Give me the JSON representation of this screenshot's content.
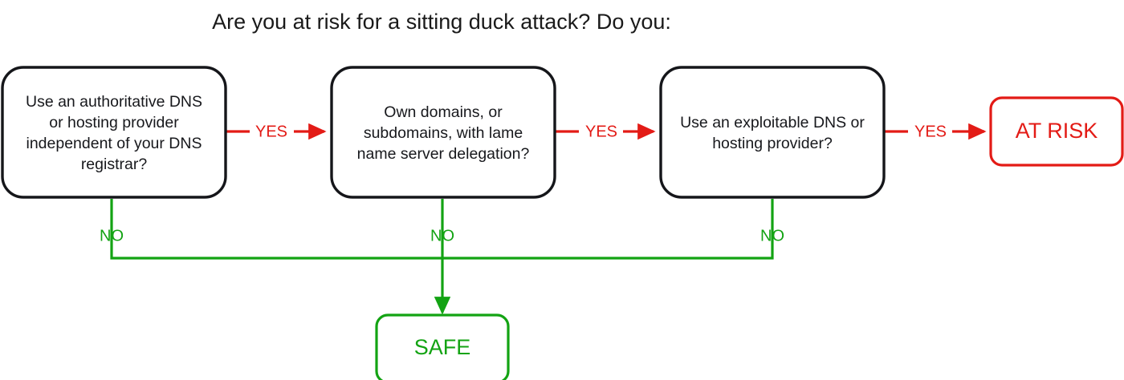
{
  "title": "Are you at risk for a sitting duck attack? Do you:",
  "colors": {
    "yes_red": "#e31b16",
    "no_green": "#13a313",
    "box_outline": "#15161a",
    "text": "#17181c",
    "background": "#ffffff"
  },
  "chart_data": {
    "type": "diagram",
    "title": "Are you at risk for a sitting duck attack? Do you:",
    "diagram_kind": "decision-flowchart",
    "nodes": [
      {
        "id": "q1",
        "kind": "decision",
        "lines": [
          "Use an authoritative DNS",
          "or hosting provider",
          "independent of your DNS",
          "registrar?"
        ],
        "text": "Use an authoritative DNS or hosting provider independent of your DNS registrar?"
      },
      {
        "id": "q2",
        "kind": "decision",
        "lines": [
          "Own domains, or",
          "subdomains, with lame",
          "name server delegation?"
        ],
        "text": "Own domains, or subdomains, with lame name server delegation?"
      },
      {
        "id": "q3",
        "kind": "decision",
        "lines": [
          "Use an exploitable DNS or",
          "hosting provider?"
        ],
        "text": "Use an exploitable DNS or hosting provider?"
      },
      {
        "id": "at_risk",
        "kind": "terminal",
        "text": "AT RISK",
        "color": "#e31b16"
      },
      {
        "id": "safe",
        "kind": "terminal",
        "text": "SAFE",
        "color": "#13a313"
      }
    ],
    "edges": [
      {
        "from": "q1",
        "to": "q2",
        "label": "YES",
        "color": "#e31b16"
      },
      {
        "from": "q2",
        "to": "q3",
        "label": "YES",
        "color": "#e31b16"
      },
      {
        "from": "q3",
        "to": "at_risk",
        "label": "YES",
        "color": "#e31b16"
      },
      {
        "from": "q1",
        "to": "safe",
        "label": "NO",
        "color": "#13a313"
      },
      {
        "from": "q2",
        "to": "safe",
        "label": "NO",
        "color": "#13a313"
      },
      {
        "from": "q3",
        "to": "safe",
        "label": "NO",
        "color": "#13a313"
      }
    ]
  },
  "nodes": {
    "q1": {
      "line1": "Use an authoritative DNS",
      "line2": "or hosting provider",
      "line3": "independent of your DNS",
      "line4": "registrar?"
    },
    "q2": {
      "line1": "Own domains, or",
      "line2": "subdomains, with lame",
      "line3": "name server delegation?"
    },
    "q3": {
      "line1": "Use an exploitable DNS or",
      "line2": "hosting provider?"
    },
    "at_risk": {
      "label": "AT RISK"
    },
    "safe": {
      "label": "SAFE"
    }
  },
  "edge_labels": {
    "yes_1": "YES",
    "yes_2": "YES",
    "yes_3": "YES",
    "no_1": "NO",
    "no_2": "NO",
    "no_3": "NO"
  }
}
